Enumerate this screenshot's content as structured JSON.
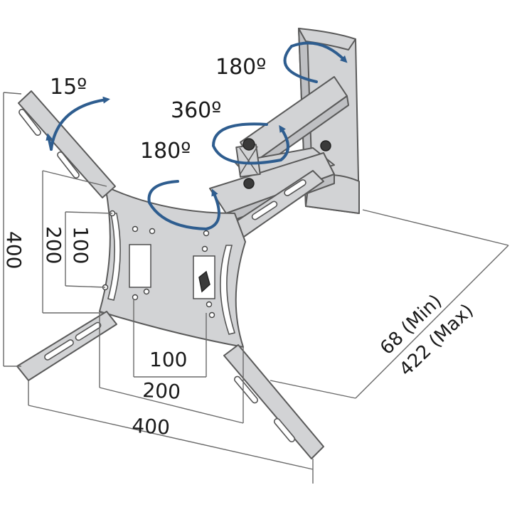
{
  "rotation_labels": {
    "tilt": "15º",
    "swivel_top": "180º",
    "swivel_mid": "360º",
    "swivel_plate": "180º"
  },
  "vesa": {
    "horizontal": [
      "100",
      "200",
      "400"
    ],
    "vertical": [
      "100",
      "200",
      "400"
    ]
  },
  "extension": {
    "min": "68 (Min)",
    "max": "422 (Max)"
  },
  "colors": {
    "arrow": "#2e5d8f",
    "metal": "#d2d3d5",
    "outline": "#5a5a5a"
  }
}
